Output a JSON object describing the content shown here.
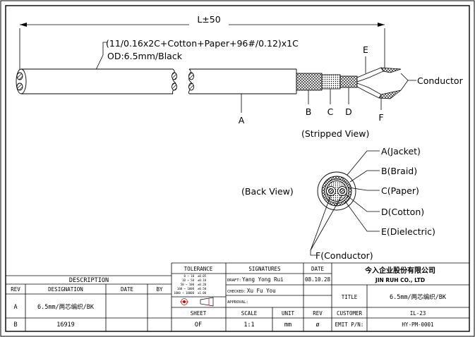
{
  "drawing": {
    "length_label": "L±50",
    "spec_line1": "(11/0.16x2C+Cotton+Paper+96#/0.12)x1C",
    "spec_line2": "OD:6.5mm/Black",
    "callout_a": "A",
    "callout_b": "B",
    "callout_c": "C",
    "callout_d": "D",
    "callout_e": "E",
    "callout_f": "F",
    "conductor_label": "Conductor",
    "stripped_view": "(Stripped View)",
    "back_view": "(Back View)",
    "legend": [
      "A(Jacket)",
      "B(Braid)",
      "C(Paper)",
      "D(Cotton)",
      "E(Dielectric)",
      "F(Conductor)"
    ]
  },
  "title_block": {
    "description": "DESCRIPTION",
    "col_rev": "REV",
    "col_designation": "DESIGNATION",
    "col_date": "DATE",
    "col_by": "BY",
    "rows": [
      {
        "rev": "A",
        "designation": "6.5mm/两芯编织/BK",
        "date": "",
        "by": ""
      },
      {
        "rev": "B",
        "designation": "16919",
        "date": "",
        "by": ""
      }
    ],
    "tolerance": "TOLERANCE",
    "tolerance_rows": [
      {
        "range": "0 ~ 10",
        "value": "±0.05"
      },
      {
        "range": "10 ~ 50",
        "value": "±0.10"
      },
      {
        "range": "50 ~ 100",
        "value": "±0.20"
      },
      {
        "range": "100 ~ 1000",
        "value": "±0.50"
      },
      {
        "range": "1000 ~ 10000",
        "value": "±1.00"
      }
    ],
    "signatures": "SIGNATURES",
    "date_header": "DATE",
    "draft_label": "DRAFT:",
    "draft_name": "Yang Yong Rui",
    "draft_date": "08.10.28",
    "checked_label": "CHECKED:",
    "checked_name": "Xu Fu You",
    "approval_label": "APPROVAL:",
    "sheet": "SHEET",
    "sheet_value": "OF",
    "scale": "SCALE",
    "scale_value": "1:1",
    "unit": "UNIT",
    "unit_value": "mm",
    "rev": "REV",
    "rev_value": "ø",
    "company_cn": "今入企业股份有限公司",
    "company_en": "JIN RUH CO., LTD",
    "title_label": "TITLE",
    "title_value": "6.5mm/两芯编织/BK",
    "customer_label": "CUSTOMER",
    "customer_value": "IL-23",
    "emit_label": "EMIT P/N:",
    "emit_value": "HY-PM-0001"
  }
}
